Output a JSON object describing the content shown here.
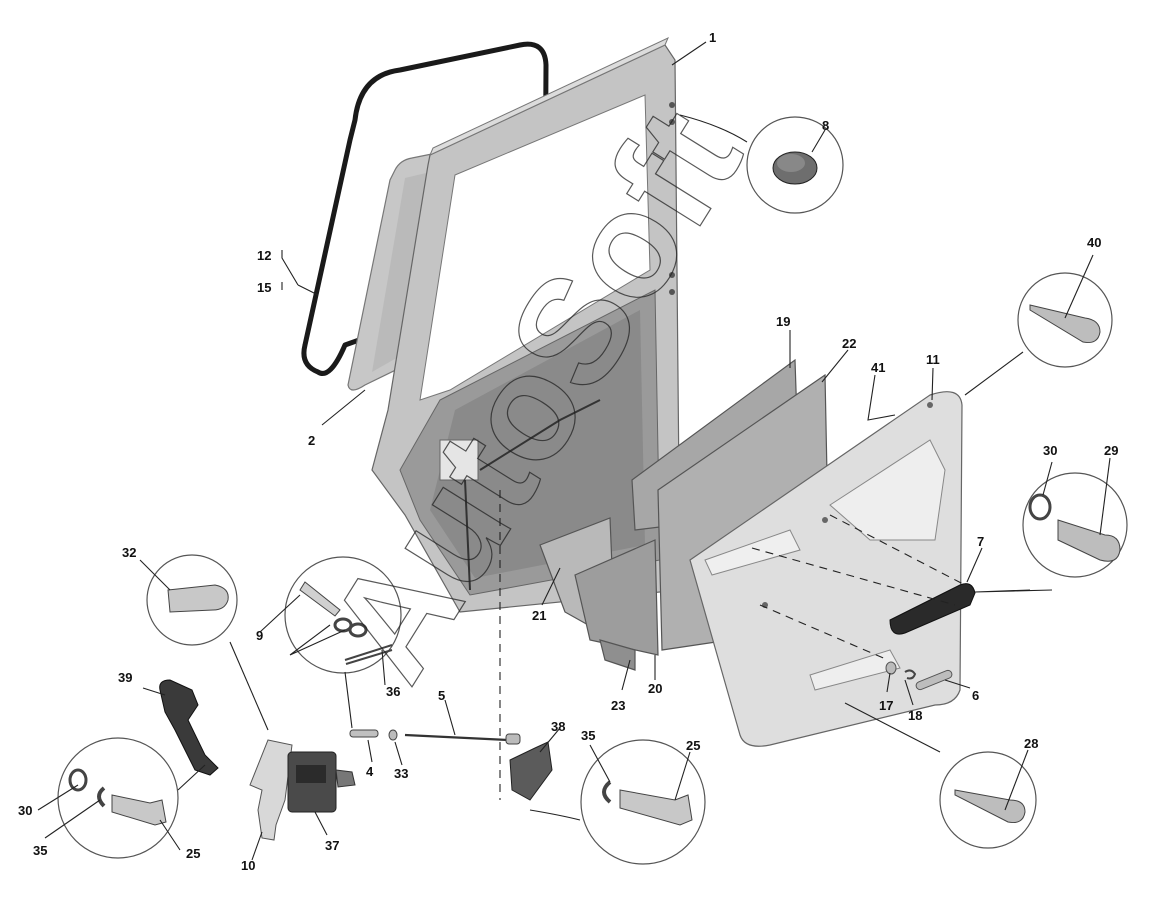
{
  "watermark": "AutoSoft",
  "colors": {
    "frame": "#c9c9c9",
    "frame_dark": "#8d8d8d",
    "panel": "#aaaaaa",
    "glass": "#c7c7c7",
    "seal": "#1a1a1a",
    "trim": "#dcdcdc",
    "handle": "#2a2a2a"
  },
  "parts": [
    {
      "id": "1"
    },
    {
      "id": "2"
    },
    {
      "id": "4"
    },
    {
      "id": "5"
    },
    {
      "id": "6"
    },
    {
      "id": "7"
    },
    {
      "id": "8"
    },
    {
      "id": "9"
    },
    {
      "id": "10"
    },
    {
      "id": "11"
    },
    {
      "id": "12"
    },
    {
      "id": "15"
    },
    {
      "id": "17"
    },
    {
      "id": "18"
    },
    {
      "id": "19"
    },
    {
      "id": "20"
    },
    {
      "id": "21"
    },
    {
      "id": "22"
    },
    {
      "id": "23"
    },
    {
      "id": "25"
    },
    {
      "id": "25"
    },
    {
      "id": "28"
    },
    {
      "id": "29"
    },
    {
      "id": "30"
    },
    {
      "id": "30"
    },
    {
      "id": "32"
    },
    {
      "id": "33"
    },
    {
      "id": "35"
    },
    {
      "id": "35"
    },
    {
      "id": "36"
    },
    {
      "id": "37"
    },
    {
      "id": "38"
    },
    {
      "id": "39"
    },
    {
      "id": "40"
    },
    {
      "id": "41"
    },
    {
      "id": "10"
    }
  ]
}
